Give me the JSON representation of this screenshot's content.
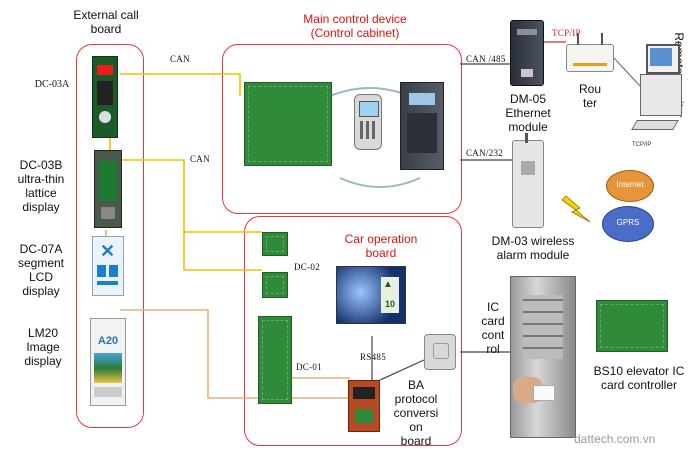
{
  "labels": {
    "external_call_board": "External call\nboard",
    "dc03a": "DC-03A",
    "dc03b": "DC-03B\nultra-thin\nlattice\ndisplay",
    "dc07a": "DC-07A\nsegment\nLCD\ndisplay",
    "lm20": "LM20\nImage\ndisplay",
    "can_top": "CAN",
    "can_mid": "CAN",
    "main_control": "Main control device\n(Control cabinet)",
    "can485": "CAN /485",
    "can232": "CAN/232",
    "tcpip": "TCP/IP",
    "router": "Rou\nter",
    "remote_monitor": "Remote monitor",
    "dm05": "DM-05\nEthernet\nmodule",
    "dm03": "DM-03 wireless\nalarm module",
    "tcpip_small": "TCP/IP",
    "internet": "Internet",
    "gprs": "GPRS",
    "car_operation_board": "Car operation\nboard",
    "dc02": "DC-02",
    "dc01": "DC-01",
    "rs485": "RS485",
    "ba_protocol": "BA\nprotocol\nconversi\non\nboard",
    "ic_card_control": "IC\ncard\ncont\nrol",
    "bs10": "BS10 elevator  IC\ncard controller",
    "watermark": "dattech.com.vn",
    "lcd_number": "10",
    "lm20_screen": "A20"
  },
  "colors": {
    "frame_red": "#e23a3a",
    "wire_yellow": "#f2c200",
    "wire_tan": "#e8b07a",
    "pcb_green": "#2f8a3a",
    "label_red": "#e01010"
  }
}
